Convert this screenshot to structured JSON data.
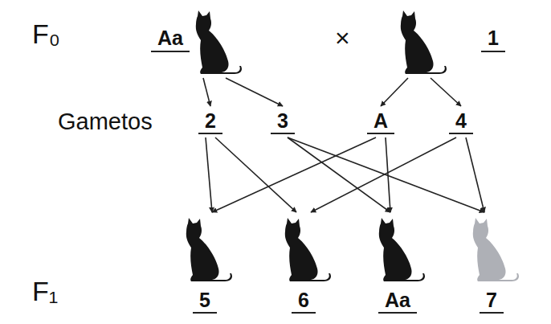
{
  "diagram": {
    "nodes": [
      {
        "text": [
          "Aa"
        ]
      },
      {
        "text": [
          "1"
        ]
      },
      {
        "text": [
          "2"
        ]
      },
      {
        "text": [
          "3"
        ]
      },
      {
        "text": [
          "A"
        ]
      },
      {
        "text": [
          "4"
        ]
      },
      {
        "text": [
          "5"
        ]
      },
      {
        "text": [
          "6"
        ]
      },
      {
        "text": [
          "Aa"
        ]
      },
      {
        "text": [
          "7"
        ]
      }
    ],
    "edges": [
      {
        "from": 0,
        "to": 2,
        "arrow": "to"
      },
      {
        "from": 0,
        "to": 3,
        "arrow": "to"
      },
      {
        "from": 1,
        "to": 4,
        "arrow": "to"
      },
      {
        "from": 1,
        "to": 5,
        "arrow": "to"
      },
      {
        "from": 2,
        "to": 6,
        "arrow": "to"
      },
      {
        "from": 2,
        "to": 7,
        "arrow": "to"
      },
      {
        "from": 3,
        "to": 8,
        "arrow": "to"
      },
      {
        "from": 3,
        "to": 9,
        "arrow": "to"
      },
      {
        "from": 4,
        "to": 6,
        "arrow": "to"
      },
      {
        "from": 4,
        "to": 8,
        "arrow": "to"
      },
      {
        "from": 5,
        "to": 7,
        "arrow": "to"
      },
      {
        "from": 5,
        "to": 9,
        "arrow": "to"
      }
    ],
    "labels": [
      "F₀",
      "×",
      "Gametos",
      "F₁"
    ]
  }
}
